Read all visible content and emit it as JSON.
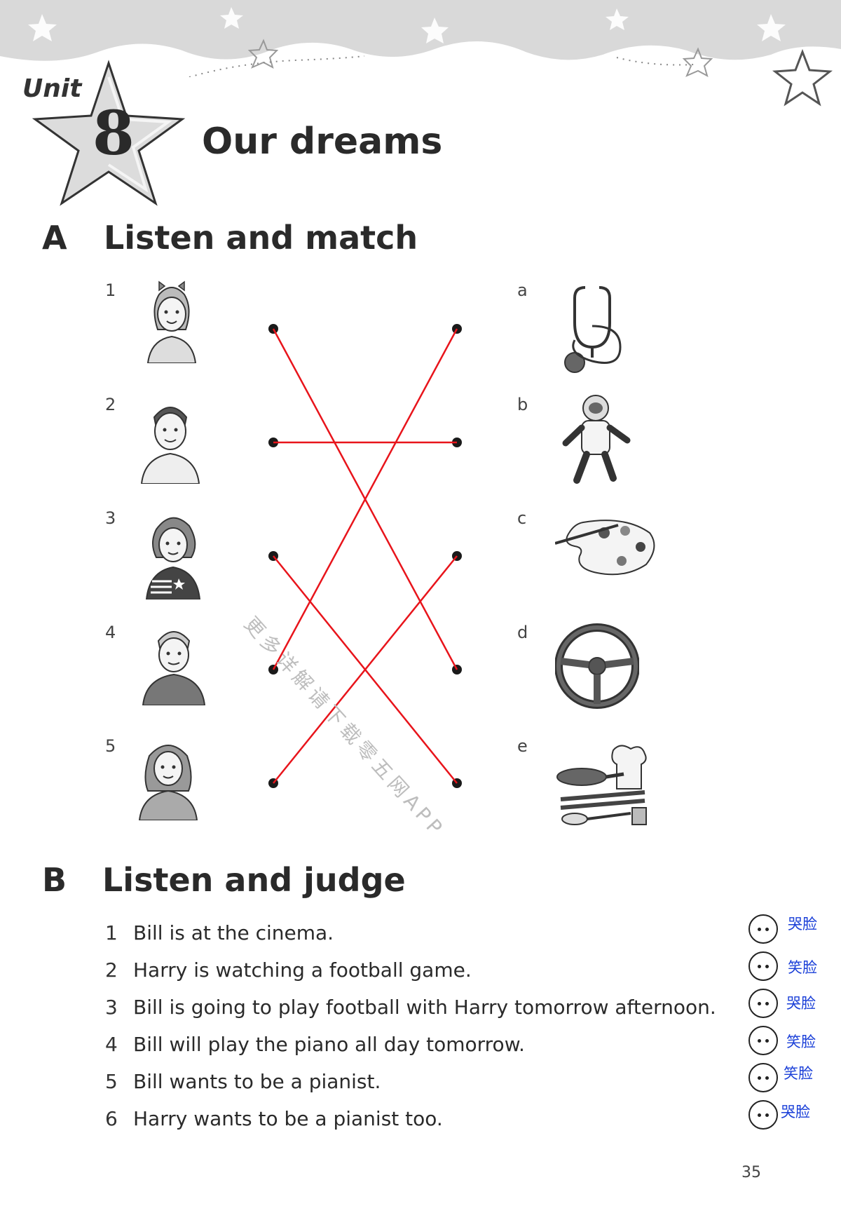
{
  "header": {
    "unit_label": "Unit",
    "unit_number": "8",
    "title": "Our dreams"
  },
  "section_a": {
    "letter": "A",
    "title": "Listen and match",
    "left_items": [
      {
        "number": "1",
        "picture": "girl-with-bow"
      },
      {
        "number": "2",
        "picture": "boy-short-hair"
      },
      {
        "number": "3",
        "picture": "girl-ponytail-flag-scarf"
      },
      {
        "number": "4",
        "picture": "boy-sweater"
      },
      {
        "number": "5",
        "picture": "girl-long-hair"
      }
    ],
    "right_items": [
      {
        "letter": "a",
        "picture": "stethoscope-icon"
      },
      {
        "letter": "b",
        "picture": "astronaut-icon"
      },
      {
        "letter": "c",
        "picture": "paint-palette-icon"
      },
      {
        "letter": "d",
        "picture": "steering-wheel-icon"
      },
      {
        "letter": "e",
        "picture": "chef-tools-icon"
      }
    ],
    "matches": [
      [
        1,
        "d"
      ],
      [
        2,
        "b"
      ],
      [
        3,
        "e"
      ],
      [
        4,
        "a"
      ],
      [
        5,
        "c"
      ]
    ],
    "line_color": "#e8141b"
  },
  "section_b": {
    "letter": "B",
    "title": "Listen and judge",
    "items": [
      {
        "number": "1",
        "text": "Bill is at the cinema.",
        "answer": "哭脸"
      },
      {
        "number": "2",
        "text": "Harry is watching a football game.",
        "answer": "笑脸"
      },
      {
        "number": "3",
        "text": "Bill is going to play football with Harry tomorrow afternoon.",
        "answer": "哭脸"
      },
      {
        "number": "4",
        "text": "Bill will play the piano all day tomorrow.",
        "answer": "笑脸"
      },
      {
        "number": "5",
        "text": "Bill wants to be a pianist.",
        "answer": "笑脸"
      },
      {
        "number": "6",
        "text": "Harry wants to be a pianist too.",
        "answer": "哭脸"
      }
    ],
    "answer_color": "#1a3fd8"
  },
  "watermark": "更多详解请下载零五网APP",
  "page_number": "35"
}
